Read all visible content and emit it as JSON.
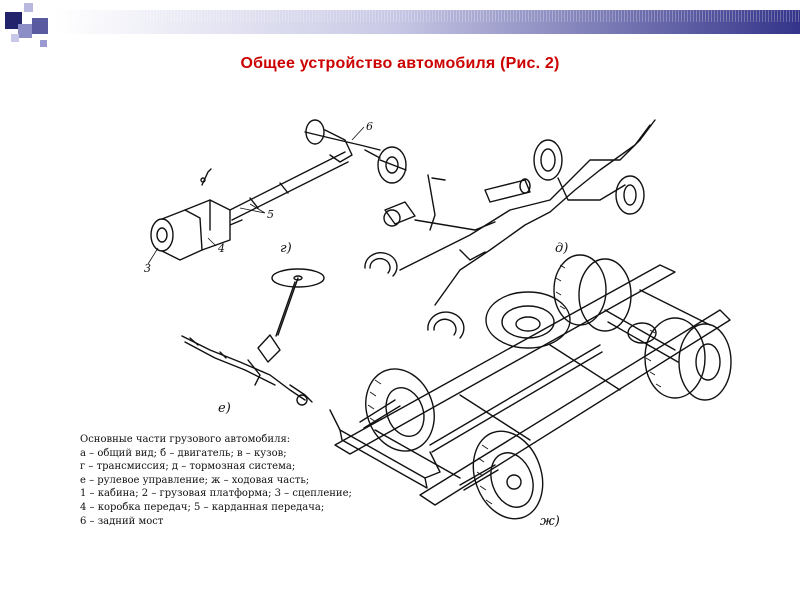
{
  "slide": {
    "title": "Общее устройство автомобиля (Рис. 2)"
  },
  "figure": {
    "part_labels": {
      "g": "г)",
      "d": "д)",
      "e": "е)",
      "zh": "ж)",
      "n3": "3",
      "n4": "4",
      "n5": "5",
      "n6": "6"
    },
    "caption_lines": [
      "Основные части грузового автомобиля:",
      "а – общий вид; б – двигатель; в – кузов;",
      "г – трансмиссия; д – тормозная система;",
      "е – рулевое управление; ж – ходовая часть;",
      "1 – кабина; 2 – грузовая платформа; 3 – сцепление;",
      "4 – коробка передач; 5 – карданная передача;",
      "6 – задний мост"
    ]
  },
  "colors": {
    "title": "#cc0000",
    "header_dark": "#23236b",
    "header_light": "#c9c9e6",
    "drawing": "#111111"
  }
}
